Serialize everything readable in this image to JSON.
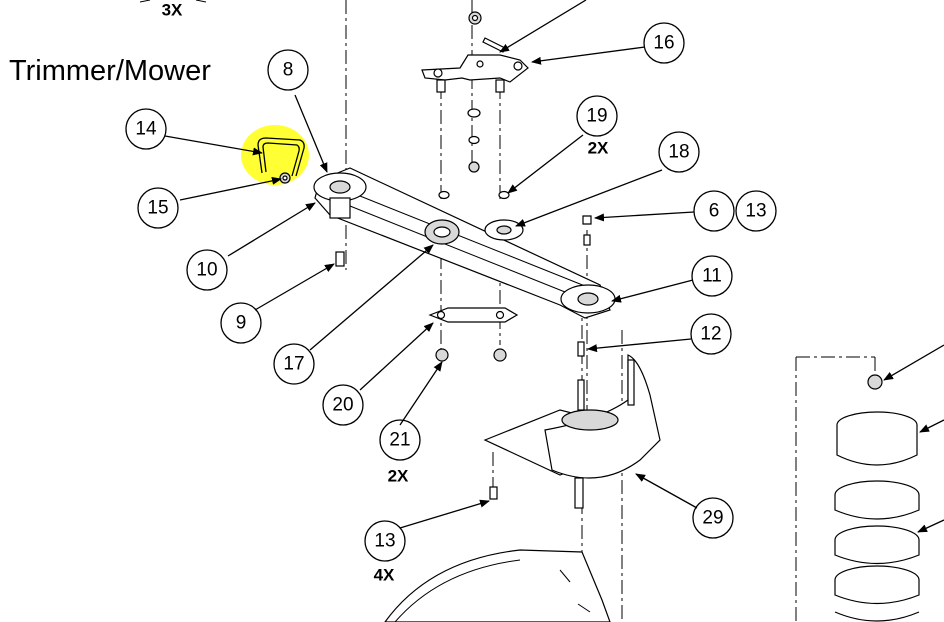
{
  "diagram": {
    "title": "Trimmer/Mower",
    "highlight_color": "#ffff33",
    "top_qty": "3X",
    "callouts": [
      {
        "id": "8",
        "label": "8"
      },
      {
        "id": "14",
        "label": "14"
      },
      {
        "id": "15",
        "label": "15"
      },
      {
        "id": "10",
        "label": "10"
      },
      {
        "id": "9",
        "label": "9"
      },
      {
        "id": "17",
        "label": "17"
      },
      {
        "id": "20",
        "label": "20"
      },
      {
        "id": "21",
        "label": "21",
        "qty": "2X"
      },
      {
        "id": "13b",
        "label": "13",
        "qty": "4X"
      },
      {
        "id": "29",
        "label": "29"
      },
      {
        "id": "12",
        "label": "12"
      },
      {
        "id": "11",
        "label": "11"
      },
      {
        "id": "6",
        "label": "6"
      },
      {
        "id": "13a",
        "label": "13"
      },
      {
        "id": "18",
        "label": "18"
      },
      {
        "id": "19",
        "label": "19",
        "qty": "2X"
      },
      {
        "id": "16",
        "label": "16"
      }
    ]
  }
}
